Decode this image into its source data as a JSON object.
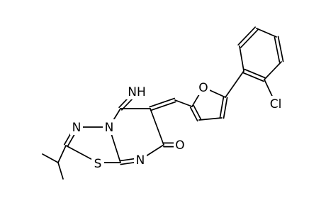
{
  "molecule": {
    "atoms": [
      {
        "id": "S1",
        "label": "S"
      },
      {
        "id": "N3",
        "label": "N"
      },
      {
        "id": "N4",
        "label": "N"
      },
      {
        "id": "N8",
        "label": "N"
      },
      {
        "id": "NH",
        "label": "NH"
      },
      {
        "id": "O7",
        "label": "O"
      },
      {
        "id": "Ofur",
        "label": "O"
      },
      {
        "id": "Cl",
        "label": "Cl"
      }
    ]
  }
}
